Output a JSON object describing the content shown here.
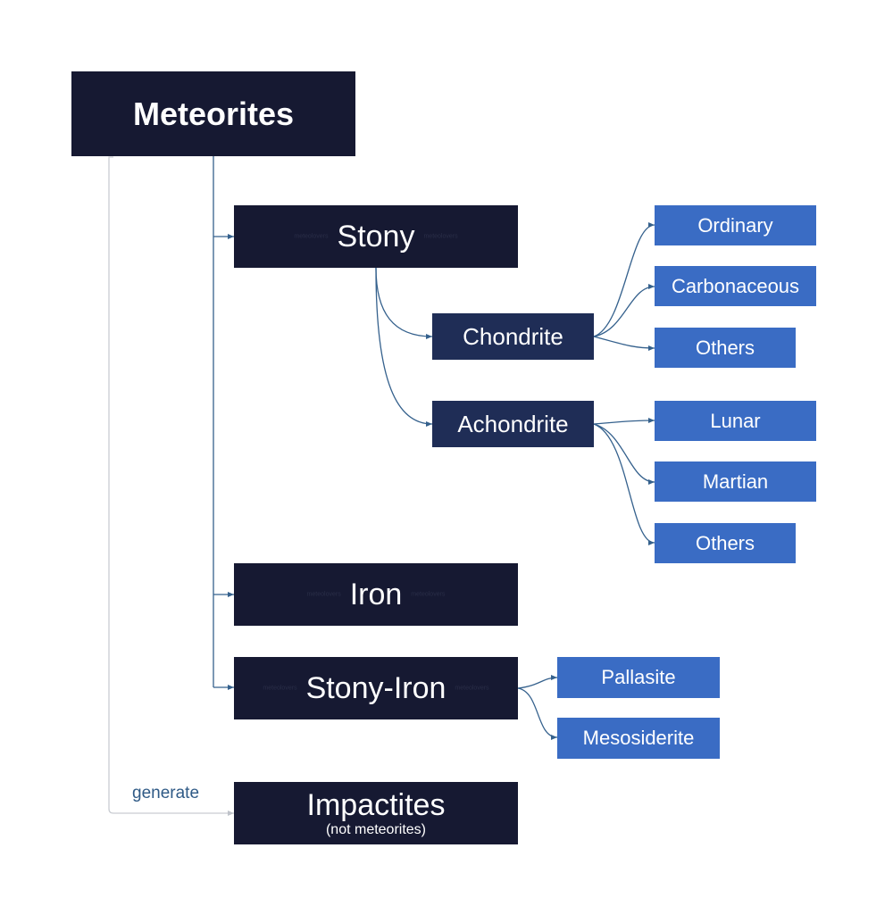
{
  "nodes": {
    "meteorites": {
      "label": "Meteorites"
    },
    "stony": {
      "label": "Stony",
      "watermark": "meteolovers"
    },
    "iron": {
      "label": "Iron",
      "watermark": "meteolovers"
    },
    "stony_iron": {
      "label": "Stony-Iron",
      "watermark": "meteolovers"
    },
    "impactites": {
      "label": "Impactites",
      "sublabel": "(not meteorites)"
    },
    "chondrite": {
      "label": "Chondrite"
    },
    "achondrite": {
      "label": "Achondrite"
    },
    "ordinary": {
      "label": "Ordinary"
    },
    "carbonaceous": {
      "label": "Carbonaceous"
    },
    "chondrite_others": {
      "label": "Others"
    },
    "lunar": {
      "label": "Lunar"
    },
    "martian": {
      "label": "Martian"
    },
    "achondrite_others": {
      "label": "Others"
    },
    "pallasite": {
      "label": "Pallasite"
    },
    "mesosiderite": {
      "label": "Mesosiderite"
    }
  },
  "edge_labels": {
    "generate": "generate"
  },
  "colors": {
    "dark_box": "#161932",
    "mid_box": "#1f2d56",
    "leaf_box": "#3a6cc4",
    "connector": "#35618d",
    "generate_connector": "#c9ccd2",
    "edge_label_text": "#2f5a86"
  }
}
